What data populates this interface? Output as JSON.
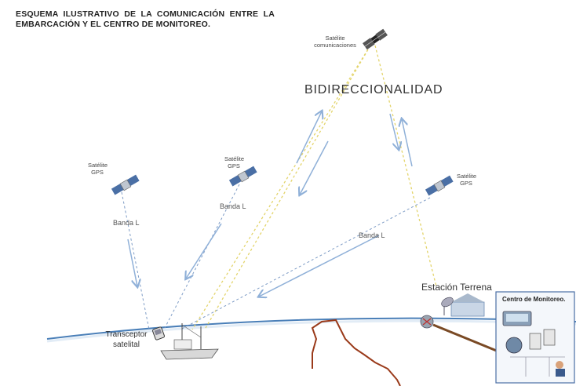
{
  "title": "ESQUEMA ILUSTRATIVO DE LA COMUNICACIÓN ENTRE LA  EMBARCACIÓN Y EL CENTRO DE MONITOREO.",
  "labels": {
    "sat_comms": "Satélite comunicaciones",
    "sat_gps_1": "Satélite GPS",
    "sat_gps_2": "Satélite GPS",
    "sat_gps_3": "Satélite GPS",
    "bidireccionalidad": "BIDIRECCIONALIDAD",
    "banda_l_1": "Banda L",
    "banda_l_2": "Banda L",
    "banda_l_3": "Banda L",
    "estacion": "Estación Terrena",
    "transceptor": "Transceptor satelital",
    "centro": "Centro de Monitoreo."
  },
  "colors": {
    "signal_yellow": "#e3d46a",
    "signal_blue": "#7e9cc6",
    "arrow_blue": "#8fb0d8",
    "ocean_line": "#4a7fb8",
    "land_line": "#9a3a1a",
    "cable": "#7a4a25"
  }
}
